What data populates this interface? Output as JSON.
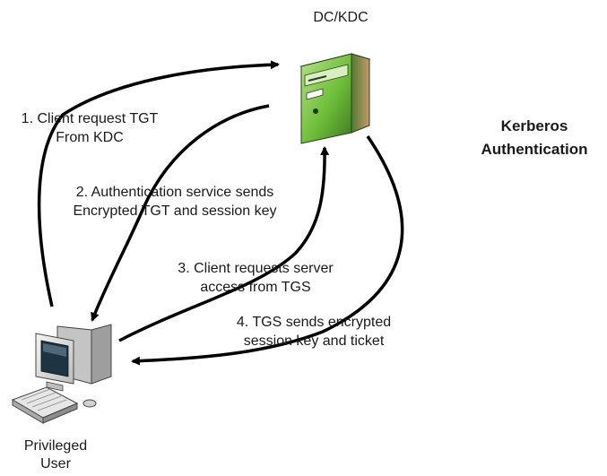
{
  "server": {
    "label": "DC/KDC",
    "icon": "server-tower-icon"
  },
  "client": {
    "label_line1": "Privileged",
    "label_line2": "User",
    "icon": "desktop-computer-icon"
  },
  "title": {
    "line1": "Kerberos",
    "line2": "Authentication"
  },
  "steps": [
    {
      "line1": "1. Client request TGT",
      "line2": "From KDC"
    },
    {
      "line1": "2. Authentication service sends",
      "line2": "Encrypted TGT and session key"
    },
    {
      "line1": "3. Client requests server",
      "line2": "access from TGS"
    },
    {
      "line1": "4. TGS sends encrypted",
      "line2": "session key and ticket"
    }
  ],
  "colors": {
    "arrow": "#000000",
    "server_green": "#6fbf3a",
    "server_dark": "#3f5d2a",
    "computer_gray": "#d9d9d9"
  }
}
